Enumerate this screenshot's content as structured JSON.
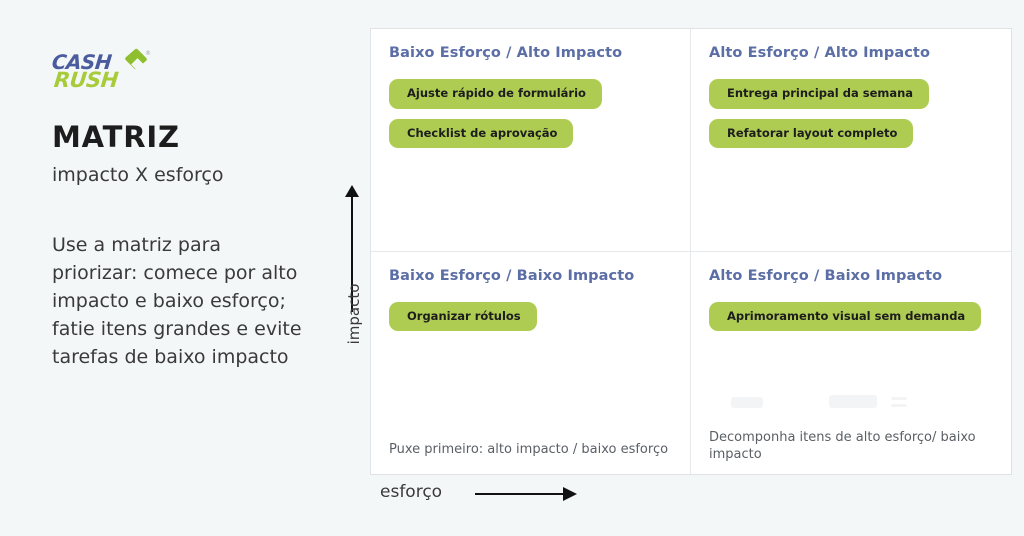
{
  "brand": {
    "logo_top": "CASH",
    "logo_bottom": "RUSH",
    "trademark": "®",
    "blue": "#4a5b9e",
    "green": "#a8cb3a"
  },
  "left": {
    "title": "MATRIZ",
    "subtitle": "impacto X esforço",
    "body": "Use a matriz para priorizar: comece por alto impacto e baixo esforço; fatie itens grandes e evite tarefas de baixo impacto"
  },
  "axes": {
    "y_label": "impacto",
    "x_label": "esforço"
  },
  "theme": {
    "chip_green": "#aecc52",
    "heading_blue": "#5b6ea6",
    "page_bg": "#f4f7f8",
    "panel_bg": "#ffffff",
    "divider": "#e6e9ec"
  },
  "matrix": {
    "quadrants": [
      {
        "id": "low-effort-high-impact",
        "title": "Baixo Esforço / Alto Impacto",
        "chips": [
          "Ajuste rápido de formulário",
          "Checklist de aprovação"
        ],
        "note": ""
      },
      {
        "id": "high-effort-high-impact",
        "title": "Alto Esforço / Alto Impacto",
        "chips": [
          "Entrega principal da semana",
          "Refatorar layout completo"
        ],
        "note": ""
      },
      {
        "id": "low-effort-low-impact",
        "title": "Baixo Esforço / Baixo Impacto",
        "chips": [
          "Organizar rótulos"
        ],
        "note": "Puxe primeiro: alto impacto / baixo esforço"
      },
      {
        "id": "high-effort-low-impact",
        "title": "Alto Esforço / Baixo Impacto",
        "chips": [
          "Aprimoramento visual sem demanda"
        ],
        "note": "Decomponha itens de alto esforço/ baixo impacto"
      }
    ]
  }
}
